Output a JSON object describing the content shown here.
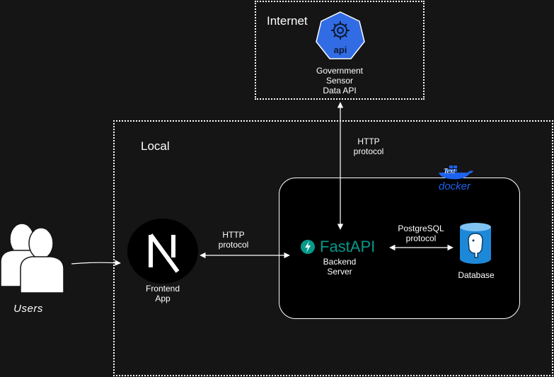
{
  "zones": {
    "internet": "Internet",
    "local": "Local"
  },
  "nodes": {
    "api_icon_text": "api",
    "government_api": [
      "Government",
      "Sensor",
      "Data API"
    ],
    "users": "Users",
    "frontend": [
      "Frontend",
      "App"
    ],
    "fastapi_logo": "FastAPI",
    "backend": [
      "Backend",
      "Server"
    ],
    "database": "Database",
    "docker_logo": "docker",
    "docker_text": "Text"
  },
  "connections": {
    "internet_backend": [
      "HTTP",
      "protocol"
    ],
    "frontend_backend": [
      "HTTP",
      "protocol"
    ],
    "backend_database": [
      "PostgreSQL",
      "protocol"
    ]
  },
  "colors": {
    "background": "#151515",
    "api_blue": "#326ce5",
    "fastapi_teal": "#05998b",
    "postgres_blue": "#1e88d8"
  }
}
